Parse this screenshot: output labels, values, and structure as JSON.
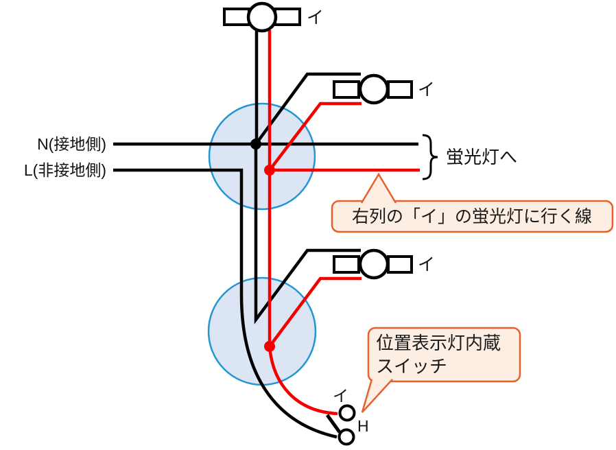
{
  "diagram": {
    "power_labels": {
      "neutral": "N(接地側)",
      "live": "L(非接地側)"
    },
    "branch_label": "蛍光灯へ",
    "lamps": {
      "top": "イ",
      "right_upper": "イ",
      "right_lower": "イ"
    },
    "switch": {
      "circuit_label": "イ",
      "type_label": "H"
    },
    "callouts": {
      "red_wire_note": "右列の「イ」の蛍光灯に行く線",
      "switch_note_line1": "位置表示灯内蔵",
      "switch_note_line2": "スイッチ"
    },
    "colors": {
      "wire_neutral": "#000000",
      "wire_live": "#F50000",
      "junction_box_fill": "#DBE5F3",
      "junction_box_stroke": "#2196D3",
      "callout_fill": "#FCEEE2",
      "callout_stroke": "#E8602C"
    }
  }
}
